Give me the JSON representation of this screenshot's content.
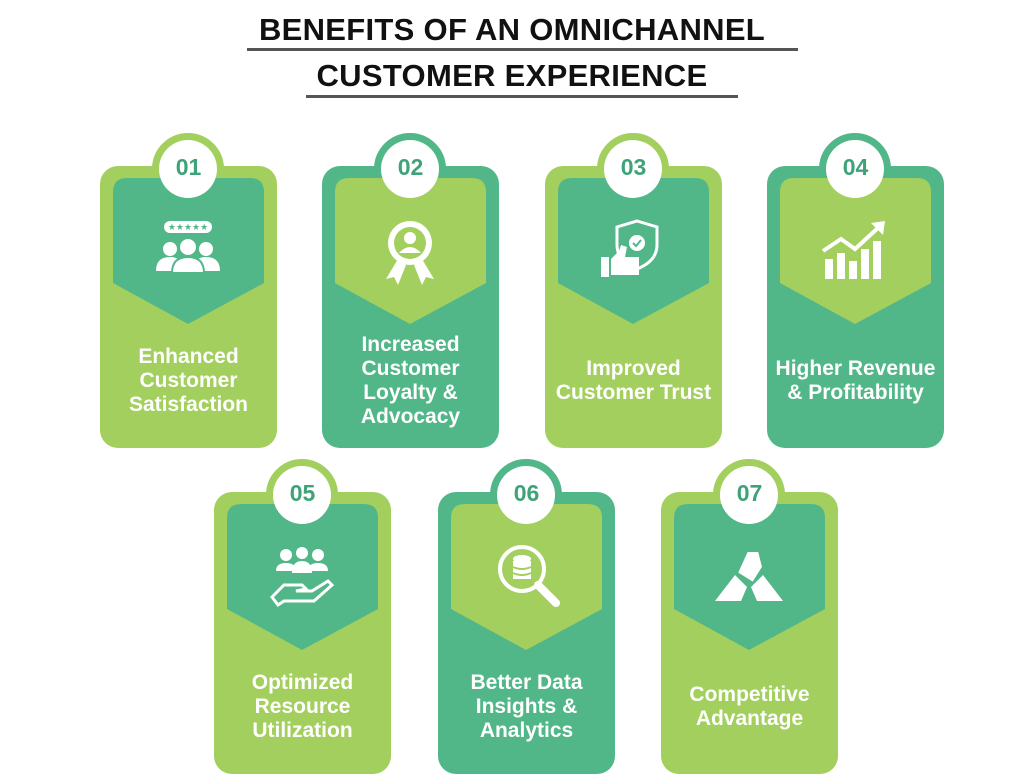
{
  "title": {
    "line1": "BENEFITS OF AN OMNICHANNEL",
    "line2": "CUSTOMER EXPERIENCE"
  },
  "colors": {
    "light": "#a3cf5e",
    "dark": "#52b788",
    "number": "#3fa37a"
  },
  "cards": [
    {
      "number": "01",
      "label": "Enhanced Customer Satisfaction",
      "icon": "customer-rating-icon"
    },
    {
      "number": "02",
      "label": "Increased Customer Loyalty & Advocacy",
      "icon": "award-badge-icon"
    },
    {
      "number": "03",
      "label": "Improved Customer Trust",
      "icon": "thumbs-up-shield-icon"
    },
    {
      "number": "04",
      "label": "Higher Revenue & Profitability",
      "icon": "growth-chart-icon"
    },
    {
      "number": "05",
      "label": "Optimized Resource Utilization",
      "icon": "team-hand-icon"
    },
    {
      "number": "06",
      "label": "Better Data Insights & Analytics",
      "icon": "database-search-icon"
    },
    {
      "number": "07",
      "label": "Competitive Advantage",
      "icon": "handshake-icon"
    }
  ]
}
